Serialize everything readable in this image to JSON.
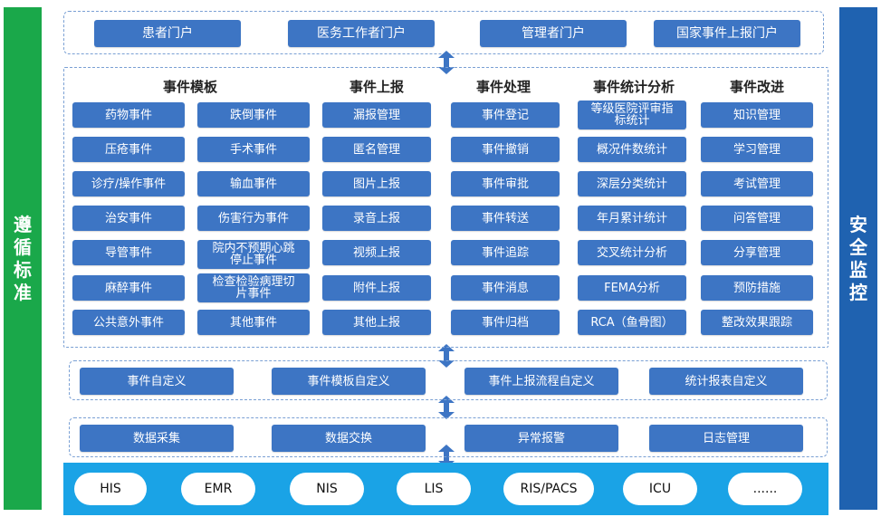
{
  "left_banner": "遵循标准",
  "right_banner": "安全监控",
  "portals": [
    "患者门户",
    "医务工作者门户",
    "管理者门户",
    "国家事件上报门户"
  ],
  "columns": {
    "event_templates": {
      "title": "事件模板",
      "items": [
        "药物事件",
        "跌倒事件",
        "压疮事件",
        "手术事件",
        "诊疗/操作事件",
        "输血事件",
        "治安事件",
        "伤害行为事件",
        "导管事件",
        "院内不预期心跳停止事件",
        "麻醉事件",
        "检查检验病理切片事件",
        "公共意外事件",
        "其他事件"
      ]
    },
    "event_report": {
      "title": "事件上报",
      "items": [
        "漏报管理",
        "匿名管理",
        "图片上报",
        "录音上报",
        "视频上报",
        "附件上报",
        "其他上报"
      ]
    },
    "event_processing": {
      "title": "事件处理",
      "items": [
        "事件登记",
        "事件撤销",
        "事件审批",
        "事件转送",
        "事件追踪",
        "事件消息",
        "事件归档"
      ]
    },
    "event_statistics": {
      "title": "事件统计分析",
      "items": [
        "等级医院评审指标统计",
        "概况件数统计",
        "深层分类统计",
        "年月累计统计",
        "交叉统计分析",
        "FEMA分析",
        "RCA（鱼骨图）"
      ]
    },
    "event_improvement": {
      "title": "事件改进",
      "items": [
        "知识管理",
        "学习管理",
        "考试管理",
        "问答管理",
        "分享管理",
        "预防措施",
        "整改效果跟踪"
      ]
    }
  },
  "customization": [
    "事件自定义",
    "事件模板自定义",
    "事件上报流程自定义",
    "统计报表自定义"
  ],
  "data_layer": [
    "数据采集",
    "数据交换",
    "异常报警",
    "日志管理"
  ],
  "systems": [
    "HIS",
    "EMR",
    "NIS",
    "LIS",
    "RIS/PACS",
    "ICU",
    "......"
  ],
  "colors": {
    "button": "#3d75c4",
    "green_banner": "#1aa84a",
    "blue_banner": "#1f62b0",
    "bottom_bar": "#1aa3e6",
    "dashed_border": "#7aa0d4"
  }
}
